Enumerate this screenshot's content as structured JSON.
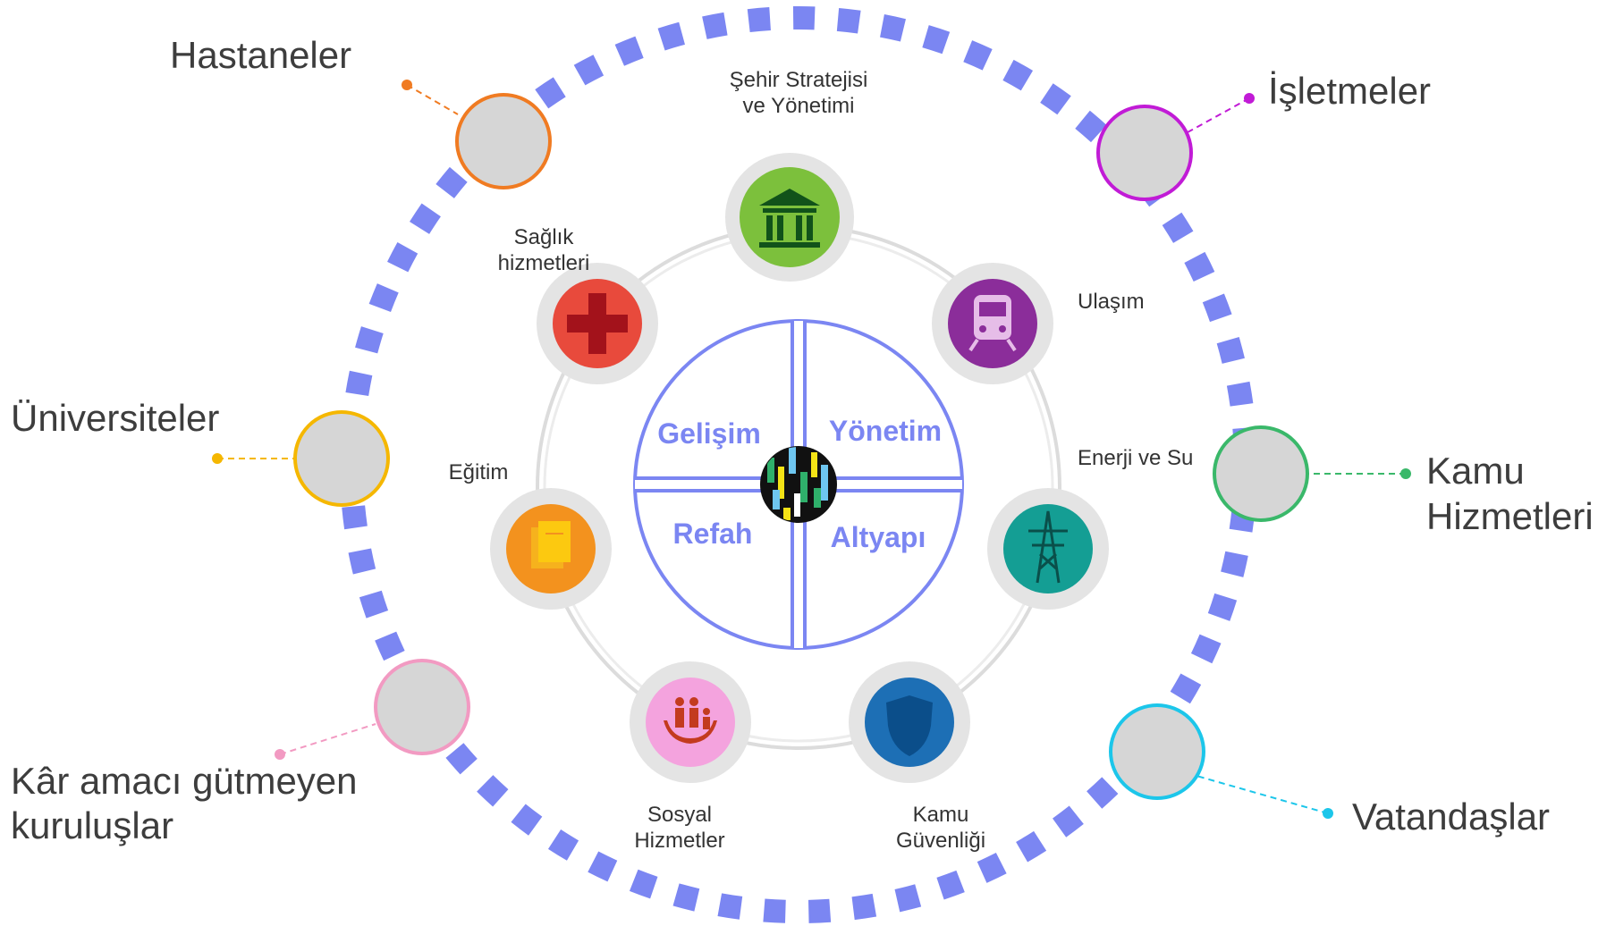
{
  "stakeholders": {
    "hastaneler": {
      "label": "Hastaneler",
      "color": "#f07b22"
    },
    "universiteler": {
      "label": "Üniversiteler",
      "color": "#f5b700"
    },
    "kar_amaci": {
      "line1": "Kâr amacı gütmeyen",
      "line2": "kuruluşlar",
      "color": "#f29ac2"
    },
    "isletmeler": {
      "label": "İşletmeler",
      "color": "#c11bd6"
    },
    "kamu_hizmetleri": {
      "line1": "Kamu",
      "line2": "Hizmetleri",
      "color": "#3ab86a"
    },
    "vatandaslar": {
      "label": "Vatandaşlar",
      "color": "#1cc6ea"
    }
  },
  "services": {
    "sehir": {
      "line1": "Şehir Stratejisi",
      "line2": "ve Yönetimi",
      "icon": "government-building-icon",
      "color": "#7cc03c"
    },
    "saglik": {
      "line1": "Sağlık",
      "line2": "hizmetleri",
      "icon": "medical-cross-icon",
      "color": "#e84a3c"
    },
    "ulasim": {
      "label": "Ulaşım",
      "icon": "train-icon",
      "color": "#8b2d9a"
    },
    "egitim": {
      "label": "Eğitim",
      "icon": "books-icon",
      "color": "#f3921e"
    },
    "enerji": {
      "label": "Enerji ve Su",
      "icon": "power-tower-icon",
      "color": "#149e94"
    },
    "sosyal": {
      "line1": "Sosyal",
      "line2": "Hizmetler",
      "icon": "family-hands-icon",
      "color": "#f4a3de"
    },
    "kamu_guvenligi": {
      "line1": "Kamu",
      "line2": "Güvenliği",
      "icon": "police-badge-icon",
      "color": "#1d6fb5"
    }
  },
  "quadrants": {
    "gelisim": "Gelişim",
    "yonetim": "Yönetim",
    "refah": "Refah",
    "altyapi": "Altyapı"
  },
  "colors": {
    "outer_ring": "#7b86f2",
    "quadrant_text": "#7b86f2",
    "node_fill": "#d6d6d6"
  }
}
